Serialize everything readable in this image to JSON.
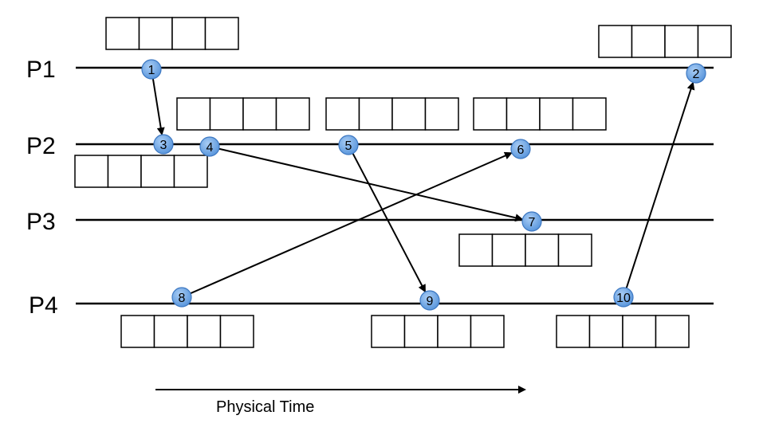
{
  "processes": [
    {
      "label": "P1"
    },
    {
      "label": "P2"
    },
    {
      "label": "P3"
    },
    {
      "label": "P4"
    }
  ],
  "events": [
    {
      "label": "1",
      "process": "P1"
    },
    {
      "label": "2",
      "process": "P1"
    },
    {
      "label": "3",
      "process": "P2"
    },
    {
      "label": "4",
      "process": "P2"
    },
    {
      "label": "5",
      "process": "P2"
    },
    {
      "label": "6",
      "process": "P2"
    },
    {
      "label": "7",
      "process": "P3"
    },
    {
      "label": "8",
      "process": "P4"
    },
    {
      "label": "9",
      "process": "P4"
    },
    {
      "label": "10",
      "process": "P4"
    }
  ],
  "messages": [
    {
      "from": "1",
      "to": "3"
    },
    {
      "from": "4",
      "to": "7"
    },
    {
      "from": "5",
      "to": "9"
    },
    {
      "from": "8",
      "to": "6"
    },
    {
      "from": "10",
      "to": "2"
    }
  ],
  "vector_clock": {
    "cells_per_box": 4
  },
  "time_axis": {
    "label": "Physical Time"
  },
  "colors": {
    "event_fill": "#6fa8e6",
    "event_stroke": "#3d78c2",
    "line": "#000000"
  }
}
